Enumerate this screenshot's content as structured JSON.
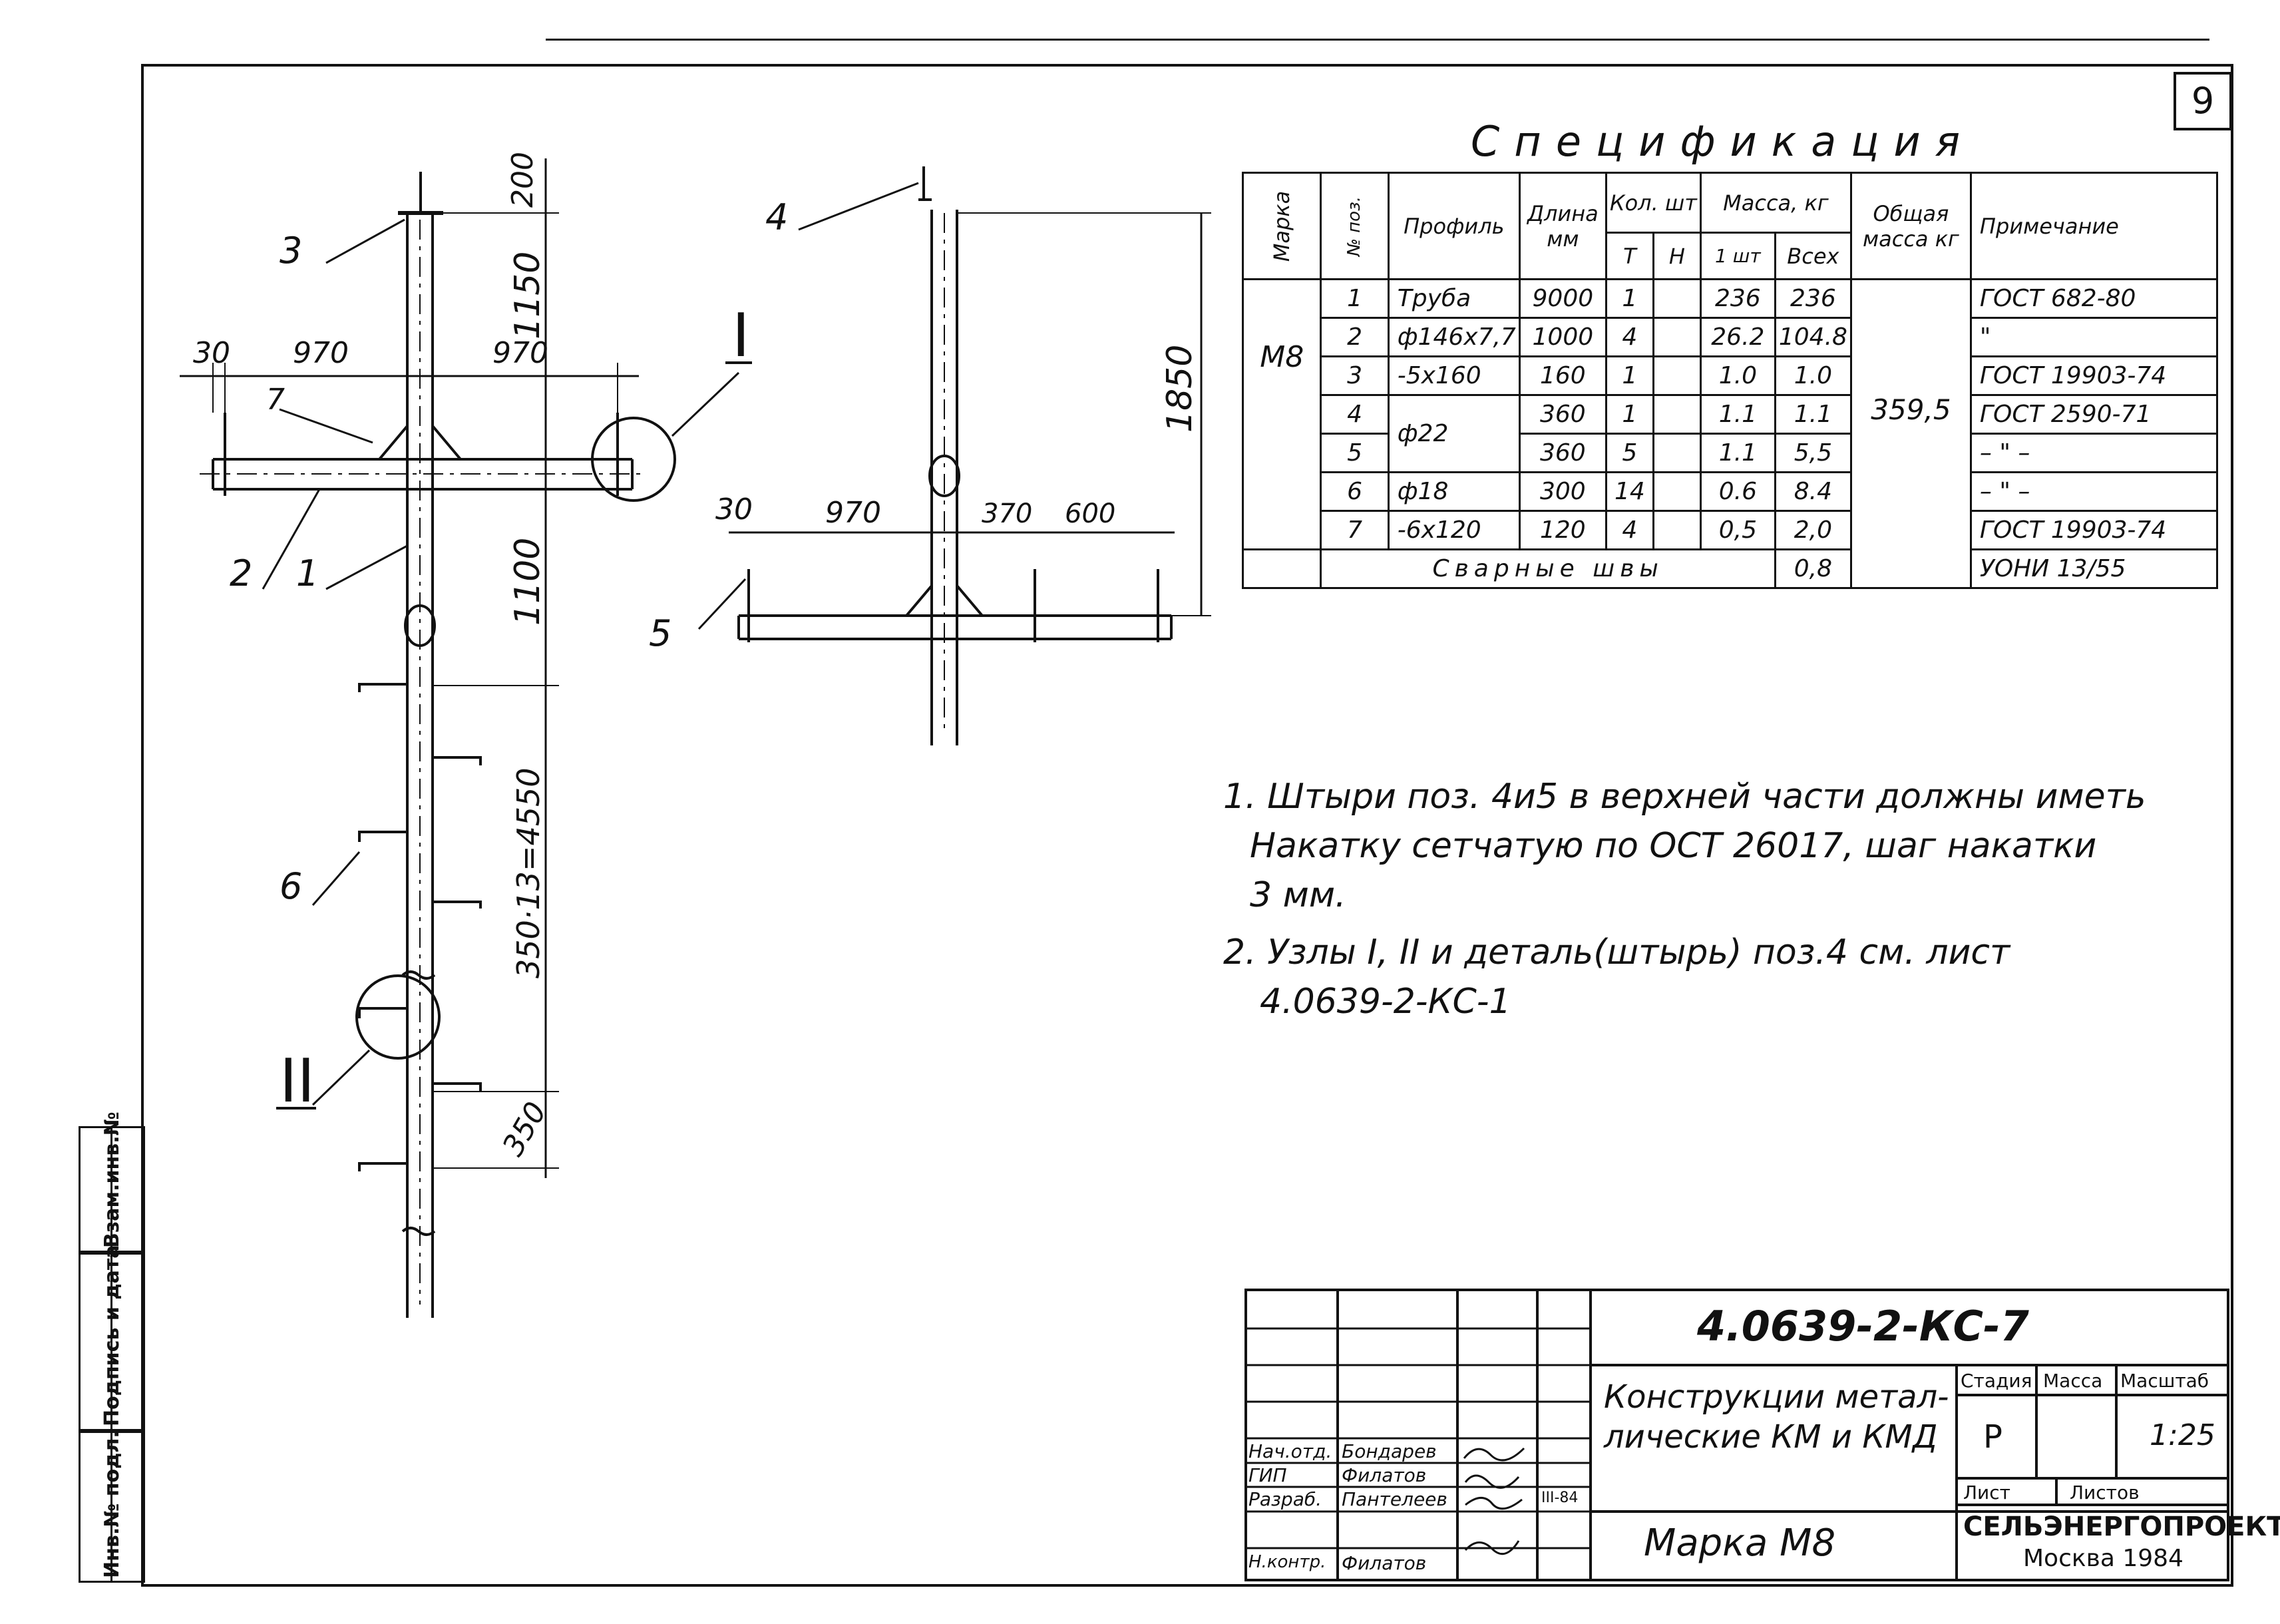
{
  "sheet_number": "9",
  "specification": {
    "title": "Спецификация",
    "headers": {
      "mark": "Марка",
      "pos": "№ поз.",
      "profile": "Профиль",
      "length": "Длина мм",
      "qty": "Кол. шт",
      "qty_t": "Т",
      "qty_n": "Н",
      "mass": "Масса, кг",
      "mass_unit": "1 шт",
      "mass_all": "Всех",
      "total": "Общая масса кг",
      "note": "Примечание"
    },
    "mark_value": "М8",
    "total_value": "359,5",
    "rows": [
      {
        "pos": "1",
        "profile": "Труба",
        "length": "9000",
        "qty": "1",
        "m1": "236",
        "mall": "236",
        "note": "ГОСТ 682-80"
      },
      {
        "pos": "2",
        "profile": "ф146х7,7",
        "length": "1000",
        "qty": "4",
        "m1": "26.2",
        "mall": "104.8",
        "note": "\""
      },
      {
        "pos": "3",
        "profile": "-5х160",
        "length": "160",
        "qty": "1",
        "m1": "1.0",
        "mall": "1.0",
        "note": "ГОСТ 19903-74"
      },
      {
        "pos": "4",
        "profile": "ф22",
        "length": "360",
        "qty": "1",
        "m1": "1.1",
        "mall": "1.1",
        "note": "ГОСТ 2590-71"
      },
      {
        "pos": "5",
        "profile": "",
        "length": "360",
        "qty": "5",
        "m1": "1.1",
        "mall": "5,5",
        "note": "– \" –"
      },
      {
        "pos": "6",
        "profile": "ф18",
        "length": "300",
        "qty": "14",
        "m1": "0.6",
        "mall": "8.4",
        "note": "– \" –"
      },
      {
        "pos": "7",
        "profile": "-6х120",
        "length": "120",
        "qty": "4",
        "m1": "0,5",
        "mall": "2,0",
        "note": "ГОСТ 19903-74"
      }
    ],
    "welds": {
      "label": "Сварные швы",
      "mass": "0,8",
      "note": "УОНИ 13/55"
    }
  },
  "notes": [
    "1. Штыри поз. 4и5 в верхней части должны иметь",
    "Накатку сетчатую по ОСТ 26017, шаг накатки",
    "3 мм.",
    "2. Узлы I, II и деталь(штырь) поз.4 см. лист",
    "4.0639-2-КС-1"
  ],
  "drawing_left": {
    "dims": [
      "200",
      "1150",
      "1100",
      "350·13=4550",
      "350",
      "30",
      "970",
      "970"
    ],
    "pos_labels": [
      "3",
      "7",
      "2",
      "1",
      "6"
    ],
    "nodes": [
      "I",
      "II"
    ]
  },
  "drawing_right": {
    "dims": [
      "1850",
      "30",
      "970",
      "370",
      "600"
    ],
    "pos_labels": [
      "4",
      "5"
    ]
  },
  "stamp": {
    "code": "4.0639-2-КС-7",
    "title_line1": "Конструкции метал-",
    "title_line2": "лические КМ и КМД",
    "subtitle": "Марка М8",
    "stage_label": "Стадия",
    "mass_label": "Масса",
    "scale_label": "Масштаб",
    "stage": "Р",
    "scale": "1:25",
    "sheet_label": "Лист",
    "sheets_label": "Листов",
    "org": "СЕЛЬЭНЕРГОПРОЕКТ",
    "city": "Москва 1984",
    "people": [
      {
        "role": "Нач.отд.",
        "name": "Бондарев"
      },
      {
        "role": "ГИП",
        "name": "Филатов"
      },
      {
        "role": "Разраб.",
        "name": "Пантелеев"
      },
      {
        "role": "Н.контр.",
        "name": "Филатов"
      }
    ],
    "date_mark": "III-84"
  },
  "side_strip": [
    "Инв.№ подл.",
    "Подпись и дата",
    "Взам.инв.№"
  ]
}
